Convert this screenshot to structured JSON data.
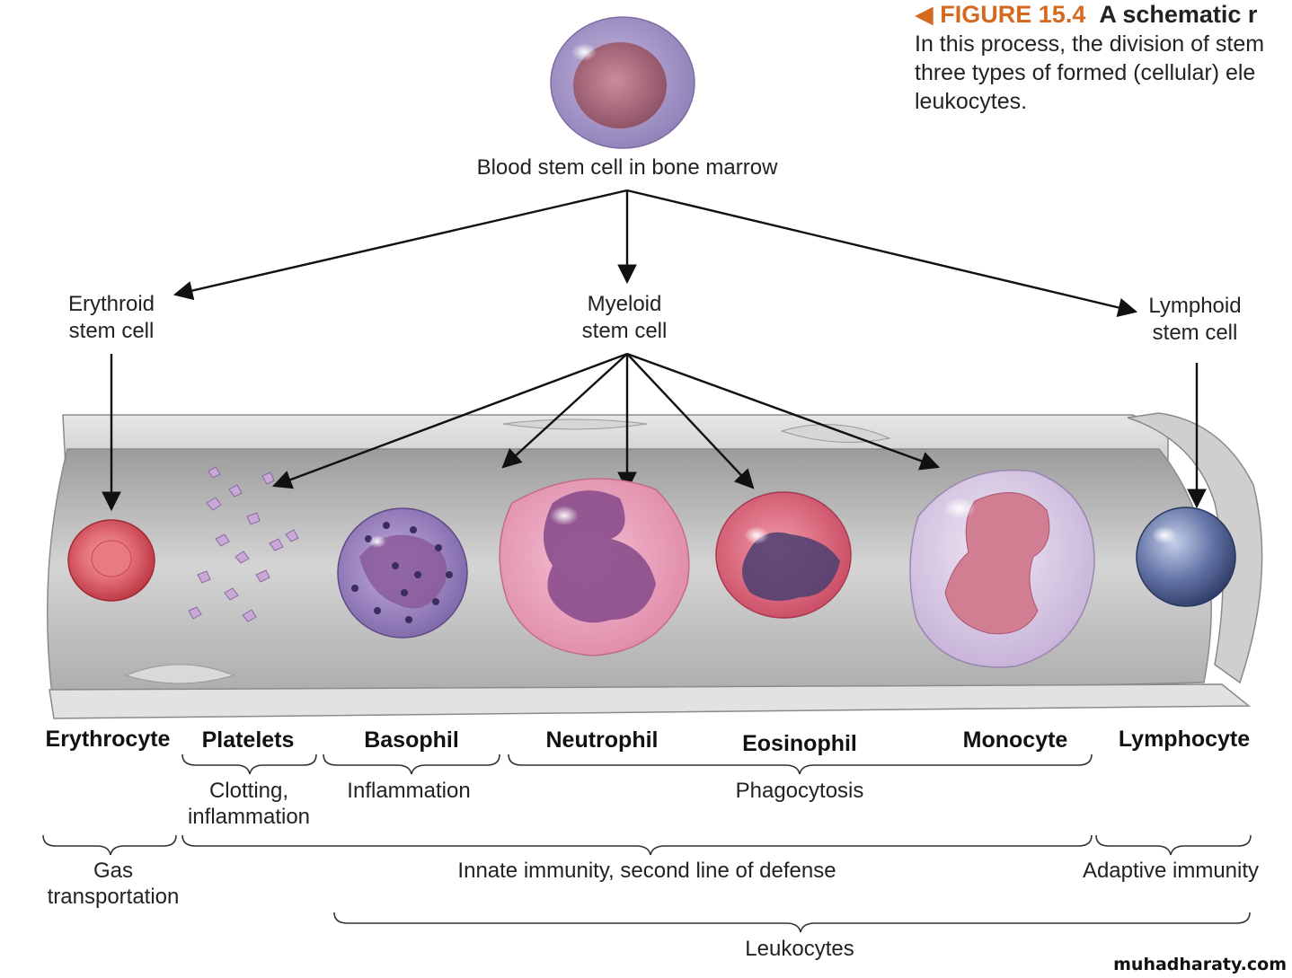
{
  "caption": {
    "marker": "◀",
    "figure_number": "FIGURE 15.4",
    "title": "A schematic r",
    "lines": [
      "In this process, the division of stem",
      "three types of formed (cellular) ele",
      "leukocytes."
    ]
  },
  "stem": {
    "blood_stem_cell": "Blood stem cell in bone marrow",
    "erythroid": [
      "Erythroid",
      "stem cell"
    ],
    "myeloid": [
      "Myeloid",
      "stem cell"
    ],
    "lymphoid": [
      "Lymphoid",
      "stem cell"
    ]
  },
  "cells": {
    "erythrocyte": "Erythrocyte",
    "platelets": "Platelets",
    "basophil": "Basophil",
    "neutrophil": "Neutrophil",
    "eosinophil": "Eosinophil",
    "monocyte": "Monocyte",
    "lymphocyte": "Lymphocyte"
  },
  "functions": {
    "clotting": [
      "Clotting,",
      "inflammation"
    ],
    "inflammation": "Inflammation",
    "phagocytosis": "Phagocytosis"
  },
  "immunity": {
    "gas": [
      "Gas",
      "transportation"
    ],
    "innate": "Innate immunity, second line of defense",
    "adaptive": "Adaptive immunity"
  },
  "leukocytes": "Leukocytes",
  "watermark": "muhadharaty.com",
  "colors": {
    "caption_accent": "#d36a1f",
    "vessel_wall": "#bdbdbd",
    "erythrocyte": "#d84a55",
    "granulocyte_pink": "#e58aa6",
    "basophil_purple": "#6a4f8f",
    "monocyte_lilac": "#c9b6d8",
    "lymphocyte_blue": "#4a5a8c"
  }
}
